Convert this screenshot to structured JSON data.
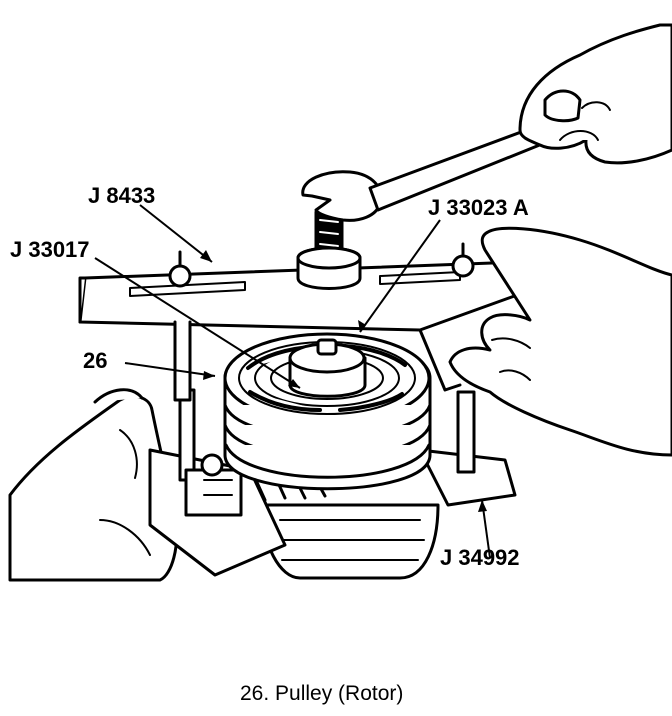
{
  "labels": {
    "j8433": "J 8433",
    "j33023a": "J 33023 A",
    "j33017": "J 33017",
    "ref26": "26",
    "j34992": "J 34992"
  },
  "caption": "26.  Pulley (Rotor)"
}
